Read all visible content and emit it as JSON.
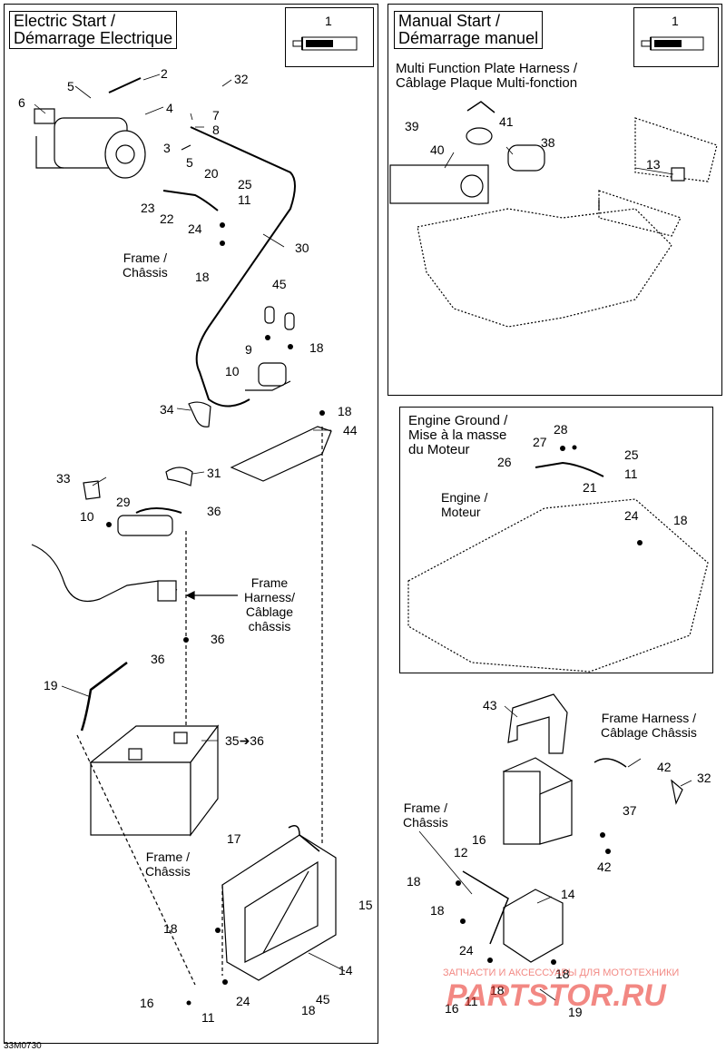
{
  "panels": {
    "electric": {
      "title_line1": "Electric Start /",
      "title_line2": "Démarrage Electrique"
    },
    "manual": {
      "title_line1": "Manual Start /",
      "title_line2": "Démarrage manuel"
    },
    "engine_ground": {
      "title_line1": "Engine Ground /",
      "title_line2": "Mise à la masse",
      "title_line3": "du Moteur"
    }
  },
  "labels": {
    "frame_chassis_1": "Frame /",
    "frame_chassis_2": "Châssis",
    "frame_harness_1": "Frame",
    "frame_harness_2": "Harness/",
    "frame_harness_3": "Câblage",
    "frame_harness_4": "châssis",
    "mfp_harness_1": "Multi Function Plate Harness /",
    "mfp_harness_2": "Câblage Plaque Multi-fonction",
    "engine_1": "Engine /",
    "engine_2": "Moteur",
    "frame_harness_r1": "Frame Harness /",
    "frame_harness_r2": "Câblage Châssis"
  },
  "callouts": {
    "c1a": "1",
    "c1b": "1",
    "c2": "2",
    "c3": "3",
    "c4": "4",
    "c5a": "5",
    "c5b": "5",
    "c6": "6",
    "c7": "7",
    "c8": "8",
    "c9": "9",
    "c10a": "10",
    "c10b": "10",
    "c11a": "11",
    "c11b": "11",
    "c11c": "11",
    "c11d": "11",
    "c12": "12",
    "c13": "13",
    "c14a": "14",
    "c14b": "14",
    "c15": "15",
    "c16a": "16",
    "c16b": "16",
    "c16c": "16",
    "c17": "17",
    "c18a": "18",
    "c18b": "18",
    "c18c": "18",
    "c18d": "18",
    "c18e": "18",
    "c18f": "18",
    "c18g": "18",
    "c18h": "18",
    "c18i": "18",
    "c18j": "18",
    "c19a": "19",
    "c19b": "19",
    "c20": "20",
    "c21": "21",
    "c22": "22",
    "c23": "23",
    "c24a": "24",
    "c24b": "24",
    "c24c": "24",
    "c24d": "24",
    "c25a": "25",
    "c25b": "25",
    "c26": "26",
    "c27": "27",
    "c28": "28",
    "c29": "29",
    "c30": "30",
    "c31": "31",
    "c32a": "32",
    "c32b": "32",
    "c33": "33",
    "c34": "34",
    "c35": "35➔36",
    "c36a": "36",
    "c36b": "36",
    "c36c": "36",
    "c37": "37",
    "c38": "38",
    "c39": "39",
    "c40": "40",
    "c41": "41",
    "c42a": "42",
    "c42b": "42",
    "c43": "43",
    "c44": "44",
    "c45a": "45",
    "c45b": "45"
  },
  "footer": {
    "code": "33M0730"
  },
  "watermark": {
    "brand": "PARTSTOR.RU",
    "tagline": "ЗАПЧАСТИ И АКСЕССУАРЫ ДЛЯ МОТОТЕХНИКИ"
  }
}
